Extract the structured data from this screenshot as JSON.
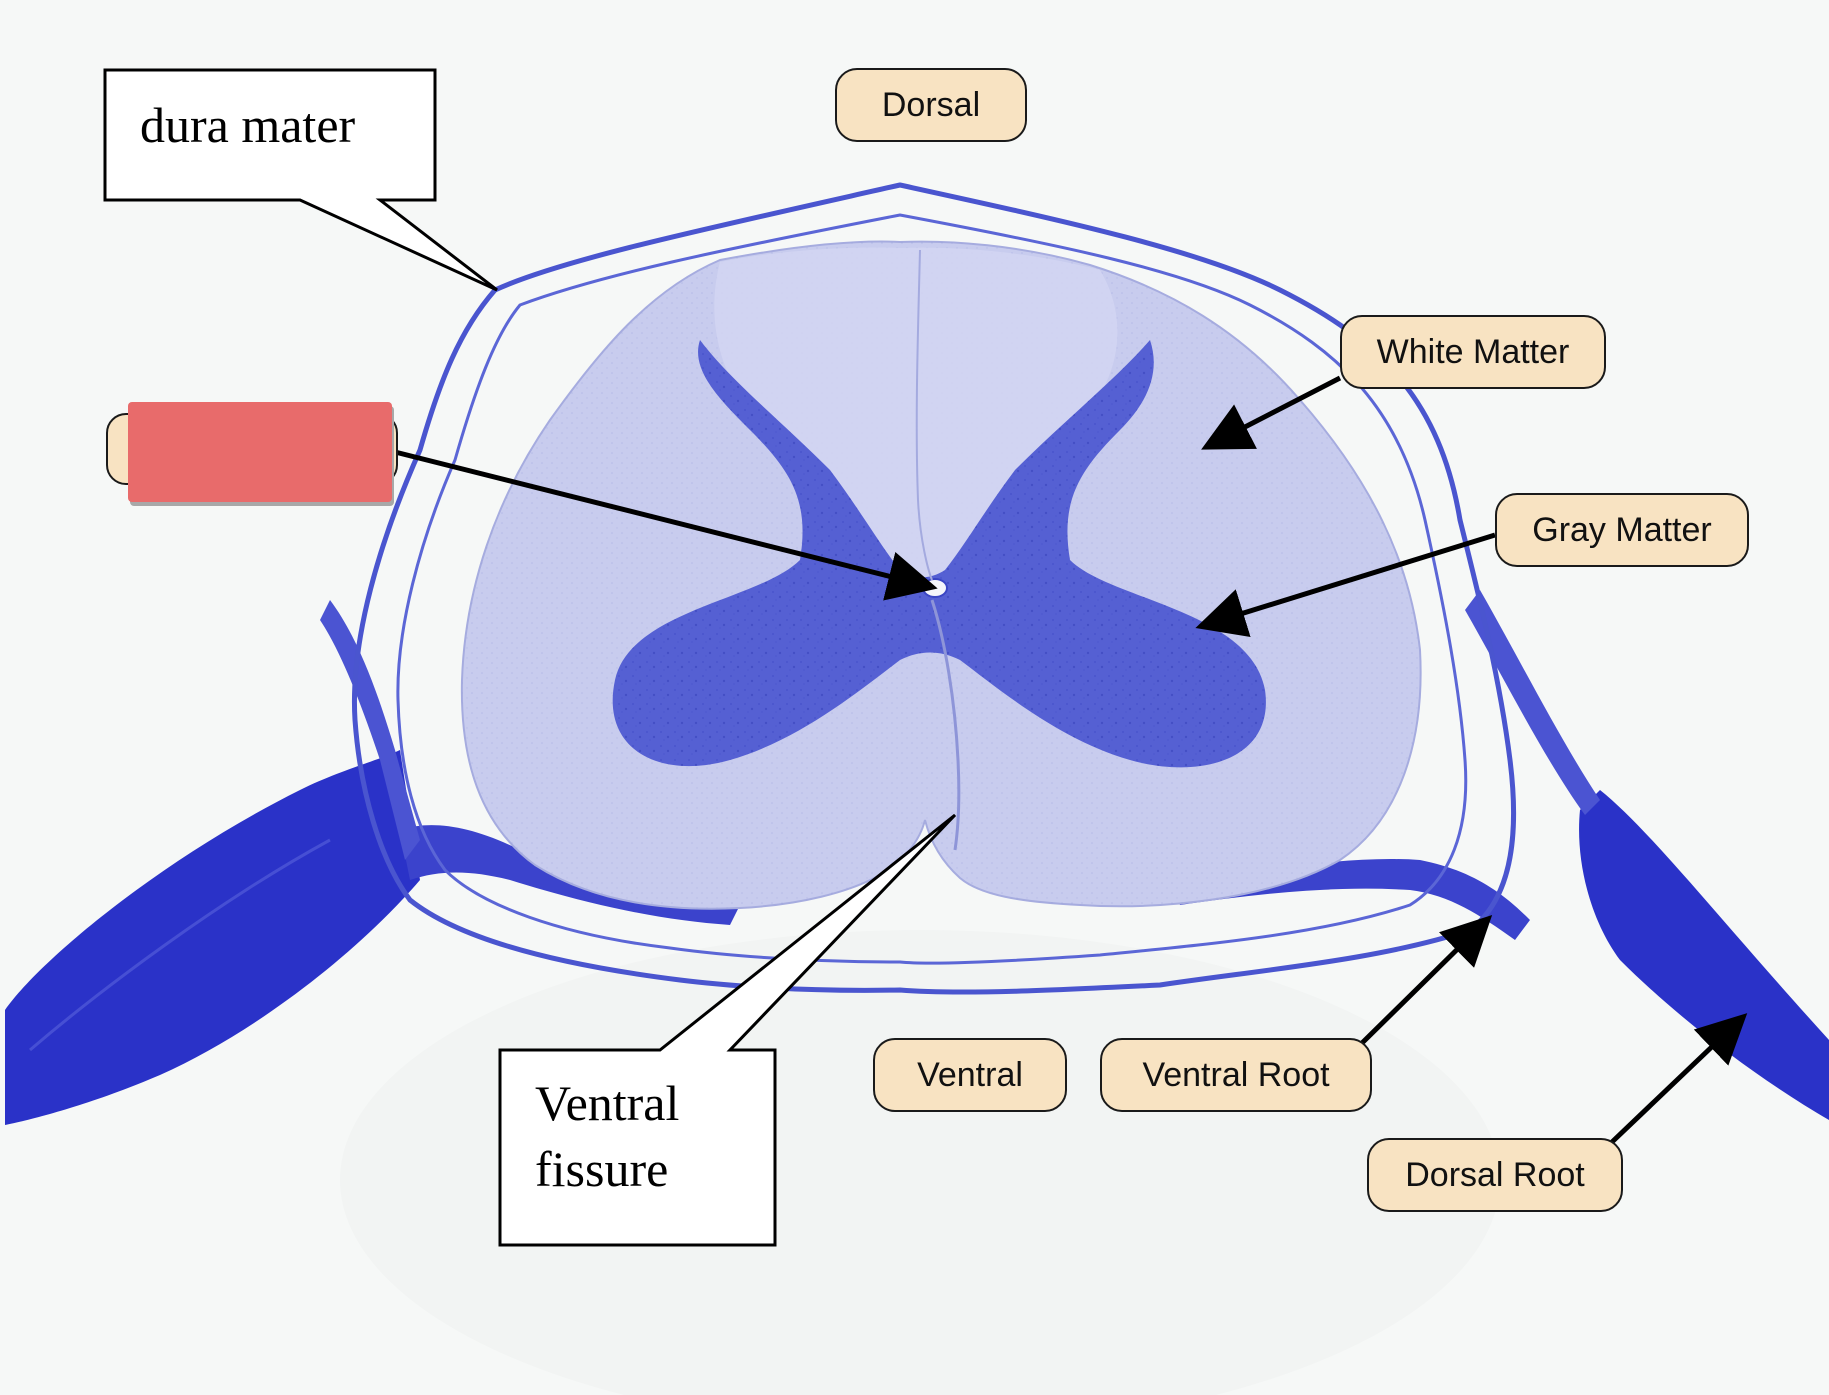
{
  "labels": {
    "dorsal": "Dorsal",
    "white_matter": "White Matter",
    "gray_matter": "Gray Matter",
    "ventral": "Ventral",
    "ventral_root": "Ventral Root",
    "dorsal_root": "Dorsal Root"
  },
  "callouts": {
    "dura_mater": "dura mater",
    "ventral_fissure_line1": "Ventral",
    "ventral_fissure_line2": "fissure"
  },
  "colors": {
    "label_fill": "#f8e3c2",
    "redaction": "#e86b6b",
    "tissue_light": "#c9cdee",
    "tissue_dark": "#4a55cf",
    "nerve": "#2f36c4"
  }
}
